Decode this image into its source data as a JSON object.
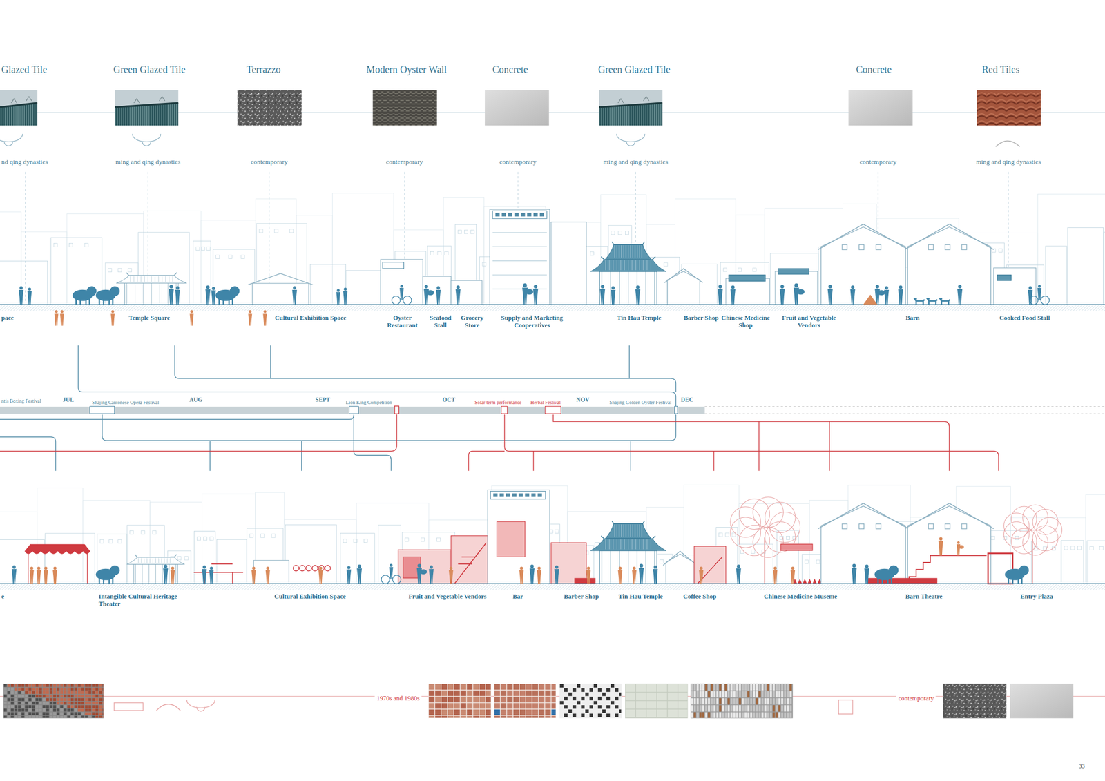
{
  "diagram": {
    "nodes": [
      {
        "text": [
          "Shajing Cantonese Opera Festival"
        ]
      },
      {
        "text": [
          "Lion King Competition"
        ]
      },
      {
        "text": [
          "Solar term performance"
        ]
      },
      {
        "text": [
          "Herbal Festival"
        ]
      },
      {
        "text": [
          "Shajing Golden Oyster Festival"
        ]
      }
    ],
    "labels": [
      "Glazed Tile",
      "Green Glazed Tile",
      "Terrazzo",
      "Modern Oyster Wall",
      "Concrete",
      "Green Glazed Tile",
      "Concrete",
      "Red Tiles",
      "nd qing dynasties",
      "ming and qing dynasties",
      "contemporary",
      "contemporary",
      "contemporary",
      "ming and qing dynasties",
      "contemporary",
      "ming and qing dynasties",
      "pace",
      "Temple Square",
      "Cultural Exhibition Space",
      "Oyster Restaurant",
      "Seafood Stall",
      "Grocery Store",
      "Supply and Marketing Cooperatives",
      "Tin Hau Temple",
      "Barber Shop",
      "Chinese Medicine Shop",
      "Fruit and Vegetable Vendors",
      "Barn",
      "Cooked Food Stall",
      "ntis Boxing Festival",
      "JUL",
      "AUG",
      "SEPT",
      "OCT",
      "NOV",
      "DEC",
      "e",
      "Intangible Cultural Heritage Theater",
      "Cultural Exhibition Space",
      "Fruit and Vegetable Vendors",
      "Bar",
      "Barber Shop",
      "Tin Hau Temple",
      "Coffee Shop",
      "Chinese Medicine Museme",
      "Barn Theatre",
      "Entry Plaza",
      "1970s and 1980s",
      "contemporary",
      "33"
    ]
  }
}
